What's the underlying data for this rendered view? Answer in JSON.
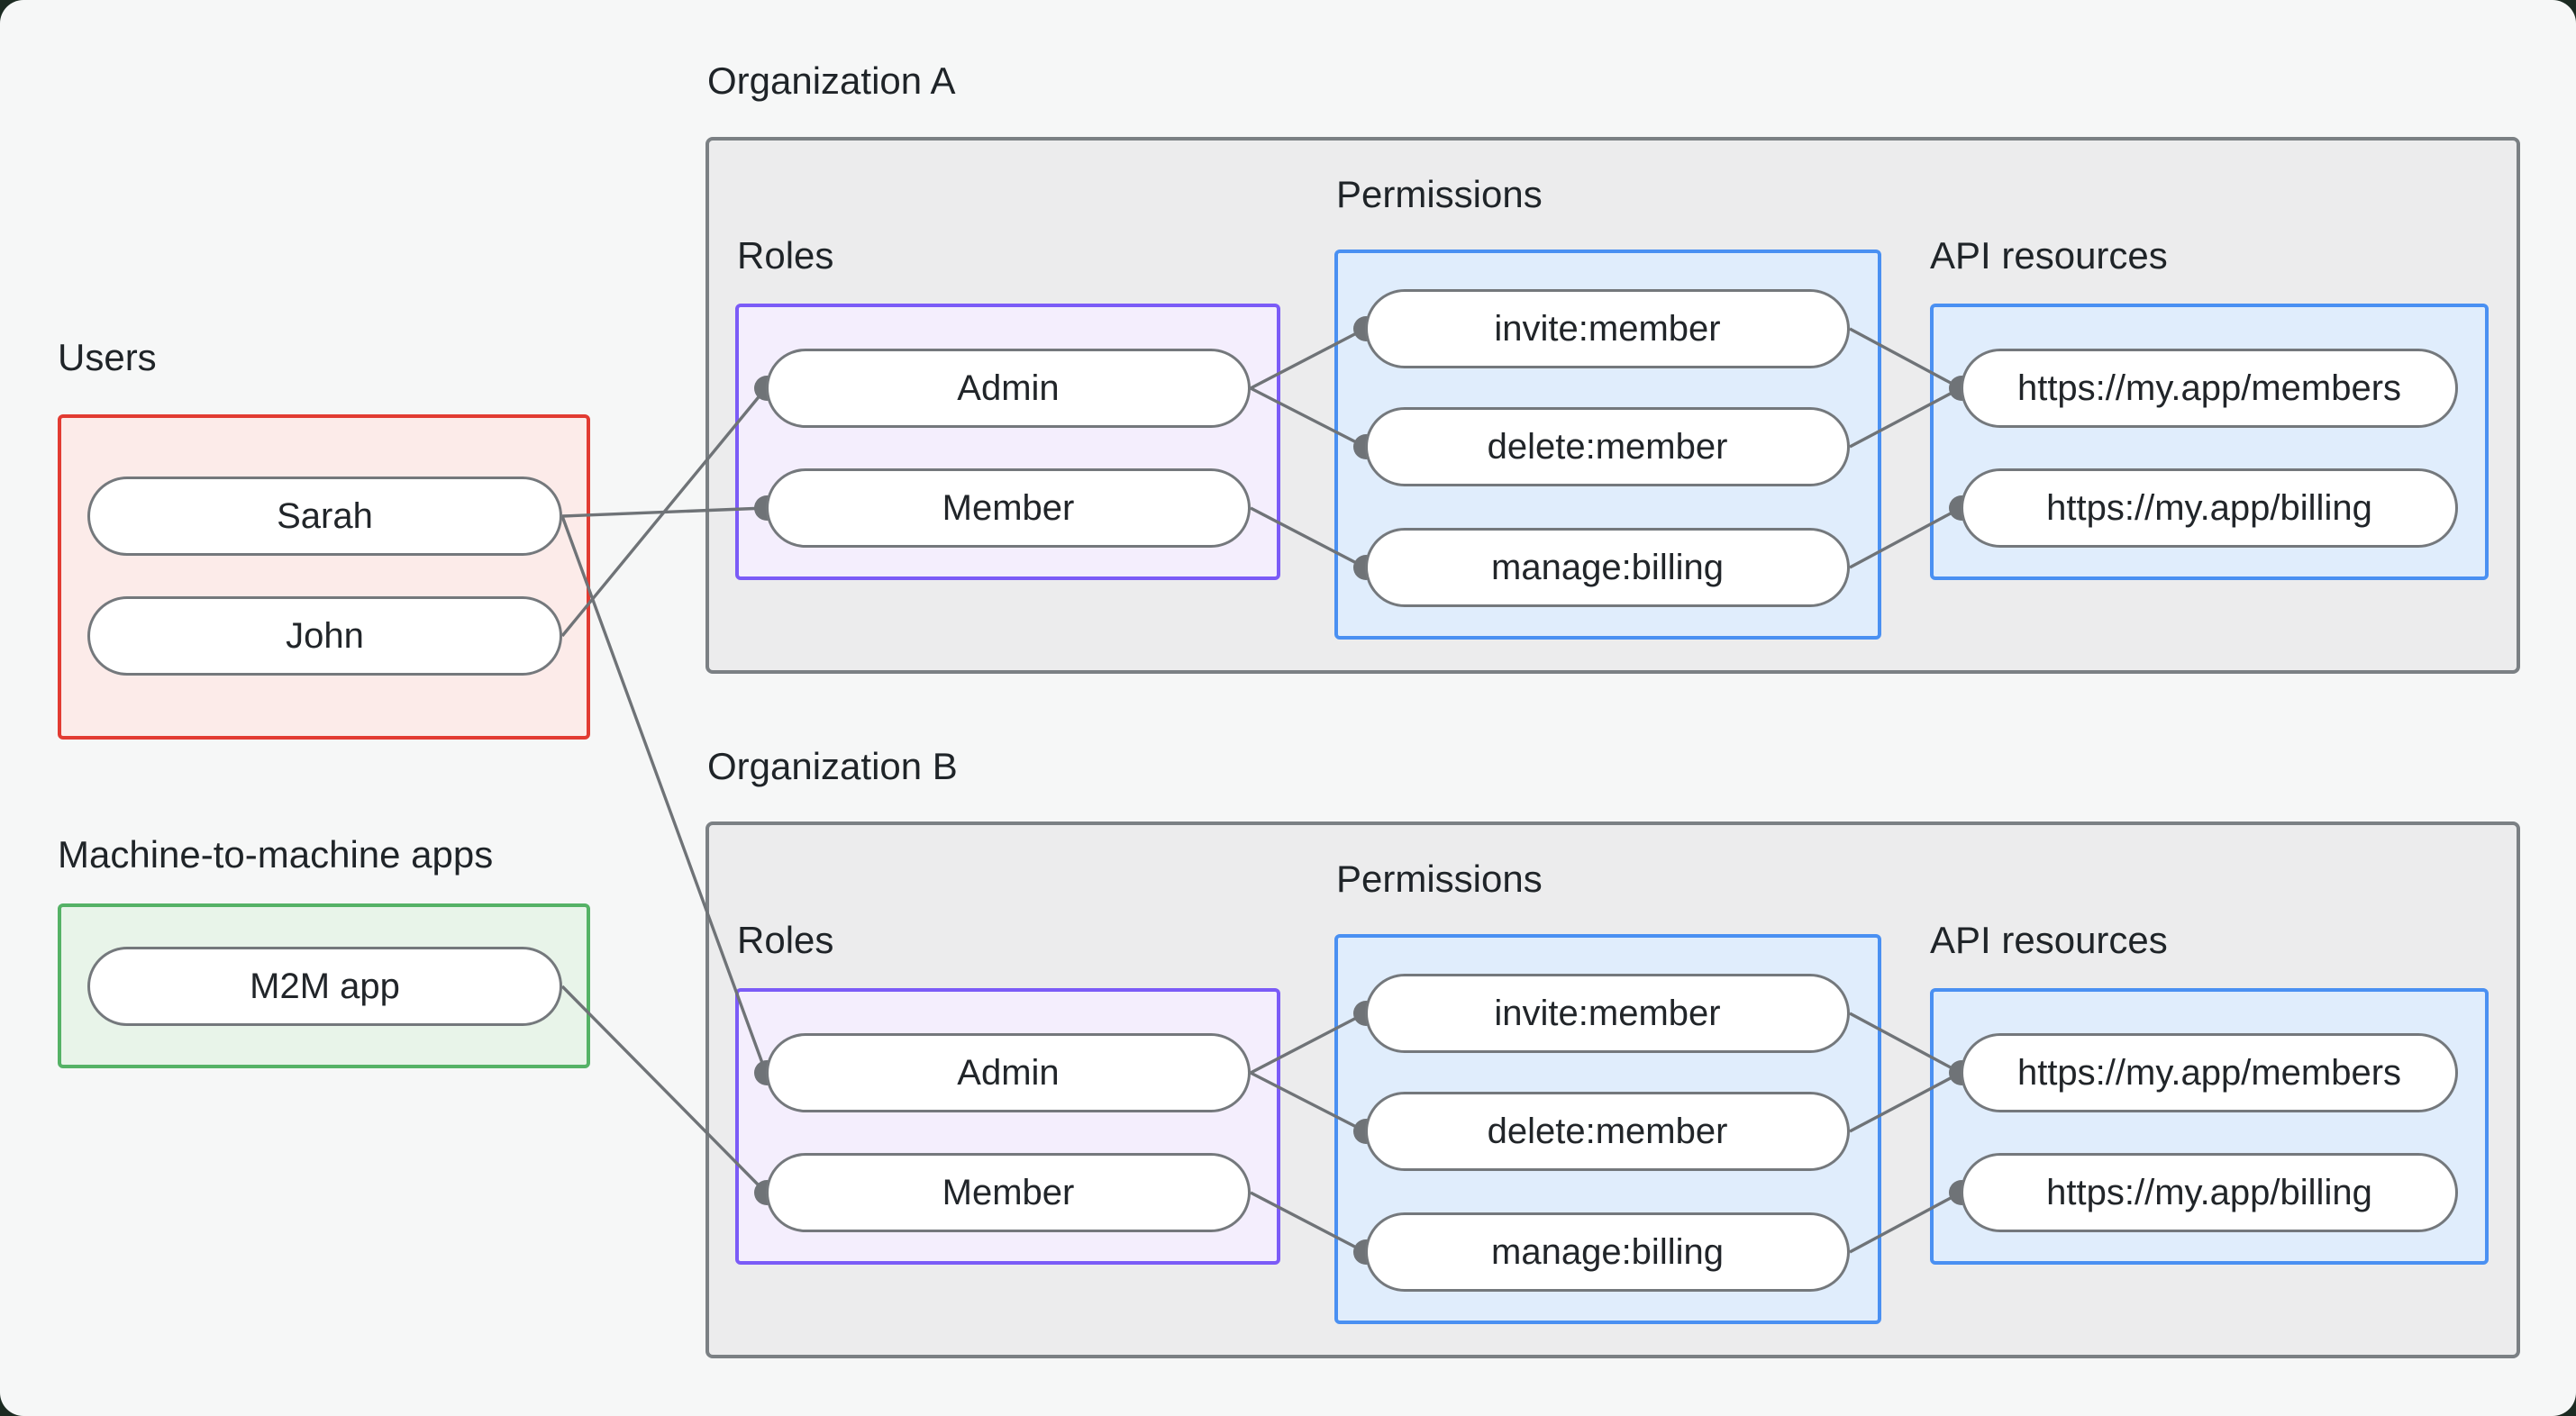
{
  "colors": {
    "canvas_background": "#f6f7f7",
    "backdrop": "#1c2b22",
    "org_box_fill": "#ececed",
    "org_box_border": "#7b8084",
    "users_box_fill": "#fcebe9",
    "users_box_border": "#e23b32",
    "m2m_box_fill": "#e8f4e9",
    "m2m_box_border": "#55b266",
    "roles_box_fill": "#f4eefd",
    "roles_box_border": "#7b5bf7",
    "permissions_box_fill": "#e0edfc",
    "permissions_box_border": "#4a90f2",
    "node_fill": "#ffffff",
    "node_border": "#74787c",
    "edge_color": "#6f7377",
    "text_color": "#1f2428"
  },
  "users_group": {
    "label": "Users",
    "nodes": [
      {
        "id": "sarah",
        "label": "Sarah"
      },
      {
        "id": "john",
        "label": "John"
      }
    ]
  },
  "m2m_group": {
    "label": "Machine-to-machine apps",
    "nodes": [
      {
        "id": "m2m-app",
        "label": "M2M app"
      }
    ]
  },
  "organizations": [
    {
      "id": "org-a",
      "title": "Organization A",
      "roles": {
        "label": "Roles",
        "nodes": [
          {
            "id": "org-a-admin",
            "label": "Admin"
          },
          {
            "id": "org-a-member",
            "label": "Member"
          }
        ]
      },
      "permissions": {
        "label": "Permissions",
        "nodes": [
          {
            "id": "org-a-invite-member",
            "label": "invite:member"
          },
          {
            "id": "org-a-delete-member",
            "label": "delete:member"
          },
          {
            "id": "org-a-manage-billing",
            "label": "manage:billing"
          }
        ]
      },
      "api_resources": {
        "label": "API resources",
        "nodes": [
          {
            "id": "org-a-members-api",
            "label": "https://my.app/members"
          },
          {
            "id": "org-a-billing-api",
            "label": "https://my.app/billing"
          }
        ]
      }
    },
    {
      "id": "org-b",
      "title": "Organization B",
      "roles": {
        "label": "Roles",
        "nodes": [
          {
            "id": "org-b-admin",
            "label": "Admin"
          },
          {
            "id": "org-b-member",
            "label": "Member"
          }
        ]
      },
      "permissions": {
        "label": "Permissions",
        "nodes": [
          {
            "id": "org-b-invite-member",
            "label": "invite:member"
          },
          {
            "id": "org-b-delete-member",
            "label": "delete:member"
          },
          {
            "id": "org-b-manage-billing",
            "label": "manage:billing"
          }
        ]
      },
      "api_resources": {
        "label": "API resources",
        "nodes": [
          {
            "id": "org-b-members-api",
            "label": "https://my.app/members"
          },
          {
            "id": "org-b-billing-api",
            "label": "https://my.app/billing"
          }
        ]
      }
    }
  ],
  "edges": [
    {
      "from": "sarah",
      "to": "org-a-member"
    },
    {
      "from": "john",
      "to": "org-a-admin"
    },
    {
      "from": "sarah",
      "to": "org-b-admin"
    },
    {
      "from": "m2m-app",
      "to": "org-b-member"
    },
    {
      "from": "org-a-admin",
      "to": "org-a-invite-member"
    },
    {
      "from": "org-a-admin",
      "to": "org-a-delete-member"
    },
    {
      "from": "org-a-member",
      "to": "org-a-manage-billing"
    },
    {
      "from": "org-a-invite-member",
      "to": "org-a-members-api"
    },
    {
      "from": "org-a-delete-member",
      "to": "org-a-members-api"
    },
    {
      "from": "org-a-manage-billing",
      "to": "org-a-billing-api"
    },
    {
      "from": "org-b-admin",
      "to": "org-b-invite-member"
    },
    {
      "from": "org-b-admin",
      "to": "org-b-delete-member"
    },
    {
      "from": "org-b-member",
      "to": "org-b-manage-billing"
    },
    {
      "from": "org-b-invite-member",
      "to": "org-b-members-api"
    },
    {
      "from": "org-b-delete-member",
      "to": "org-b-members-api"
    },
    {
      "from": "org-b-manage-billing",
      "to": "org-b-billing-api"
    }
  ]
}
